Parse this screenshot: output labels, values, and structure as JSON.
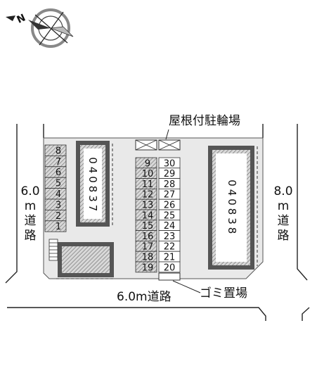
{
  "compass": {
    "direction_letter": "N",
    "icon": "compass-rose-icon"
  },
  "labels": {
    "bicycle_parking": "屋根付駐輪場",
    "garbage": "ゴミ置場",
    "road_left": {
      "width": "6.0",
      "unit": "m",
      "word1": "道",
      "word2": "路"
    },
    "road_right": {
      "width": "8.0",
      "unit": "m",
      "word1": "道",
      "word2": "路"
    },
    "road_bottom": "6.0m道路"
  },
  "buildings": {
    "left": {
      "digits": [
        "0",
        "4",
        "0",
        "8",
        "3",
        "7"
      ]
    },
    "right": {
      "digits": [
        "0",
        "4",
        "0",
        "8",
        "3",
        "8"
      ]
    }
  },
  "parking": {
    "left_column": [
      "8",
      "7",
      "6",
      "5",
      "4",
      "3",
      "2",
      "1"
    ],
    "center_left": [
      "9",
      "10",
      "11",
      "12",
      "13",
      "14",
      "15",
      "16",
      "17",
      "18",
      "19"
    ],
    "center_right": [
      "30",
      "29",
      "28",
      "27",
      "26",
      "25",
      "24",
      "23",
      "22",
      "21",
      "20"
    ]
  },
  "colors": {
    "line": "#222222",
    "lot": "#e9e9e9",
    "hatch": "#7a7a7a",
    "building": "#555555"
  }
}
